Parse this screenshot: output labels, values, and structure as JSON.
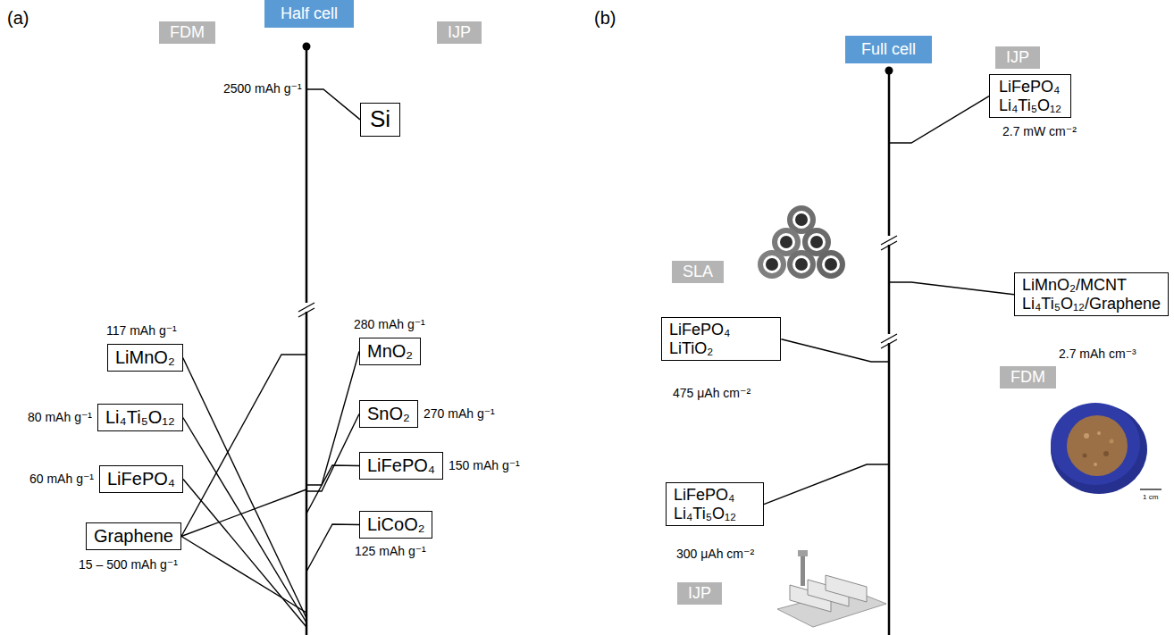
{
  "diagram": {
    "nodes": [
      {
        "text": [
          "Half cell"
        ]
      },
      {
        "text": [
          "FDM"
        ]
      },
      {
        "text": [
          "IJP"
        ]
      },
      {
        "text": [
          "Si"
        ]
      },
      {
        "text": [
          "LiMnO₂"
        ]
      },
      {
        "text": [
          "Li₄Ti₅O₁₂"
        ]
      },
      {
        "text": [
          "LiFePO₄"
        ]
      },
      {
        "text": [
          "Graphene"
        ]
      },
      {
        "text": [
          "MnO₂"
        ]
      },
      {
        "text": [
          "SnO₂"
        ]
      },
      {
        "text": [
          "LiFePO₄"
        ]
      },
      {
        "text": [
          "LiCoO₂"
        ]
      },
      {
        "text": [
          "Full cell"
        ]
      },
      {
        "text": [
          "IJP"
        ]
      },
      {
        "text": [
          "LiFePO₄ Li₄Ti₅O₁₂"
        ]
      },
      {
        "text": [
          "LiMnO₂/MCNT Li₄Ti₅O₁₂/Graphene"
        ]
      },
      {
        "text": [
          "FDM"
        ]
      },
      {
        "text": [
          "SLA"
        ]
      },
      {
        "text": [
          "LiFePO₄ LiTiO₂"
        ]
      },
      {
        "text": [
          "LiFePO₄ Li₄Ti₅O₁₂"
        ]
      },
      {
        "text": [
          "IJP"
        ]
      }
    ],
    "labels": [
      "(a)",
      "2500 mAh g⁻¹",
      "117 mAh g⁻¹",
      "280 mAh g⁻¹",
      "270 mAh g⁻¹",
      "80 mAh g⁻¹",
      "60 mAh g⁻¹",
      "150 mAh g⁻¹",
      "15 – 500 mAh g⁻¹",
      "125 mAh g⁻¹",
      "(b)",
      "2.7 mW cm⁻²",
      "2.7 mAh cm⁻³",
      "475 μAh cm⁻²",
      "300 μAh cm⁻²",
      "1 cm"
    ]
  }
}
